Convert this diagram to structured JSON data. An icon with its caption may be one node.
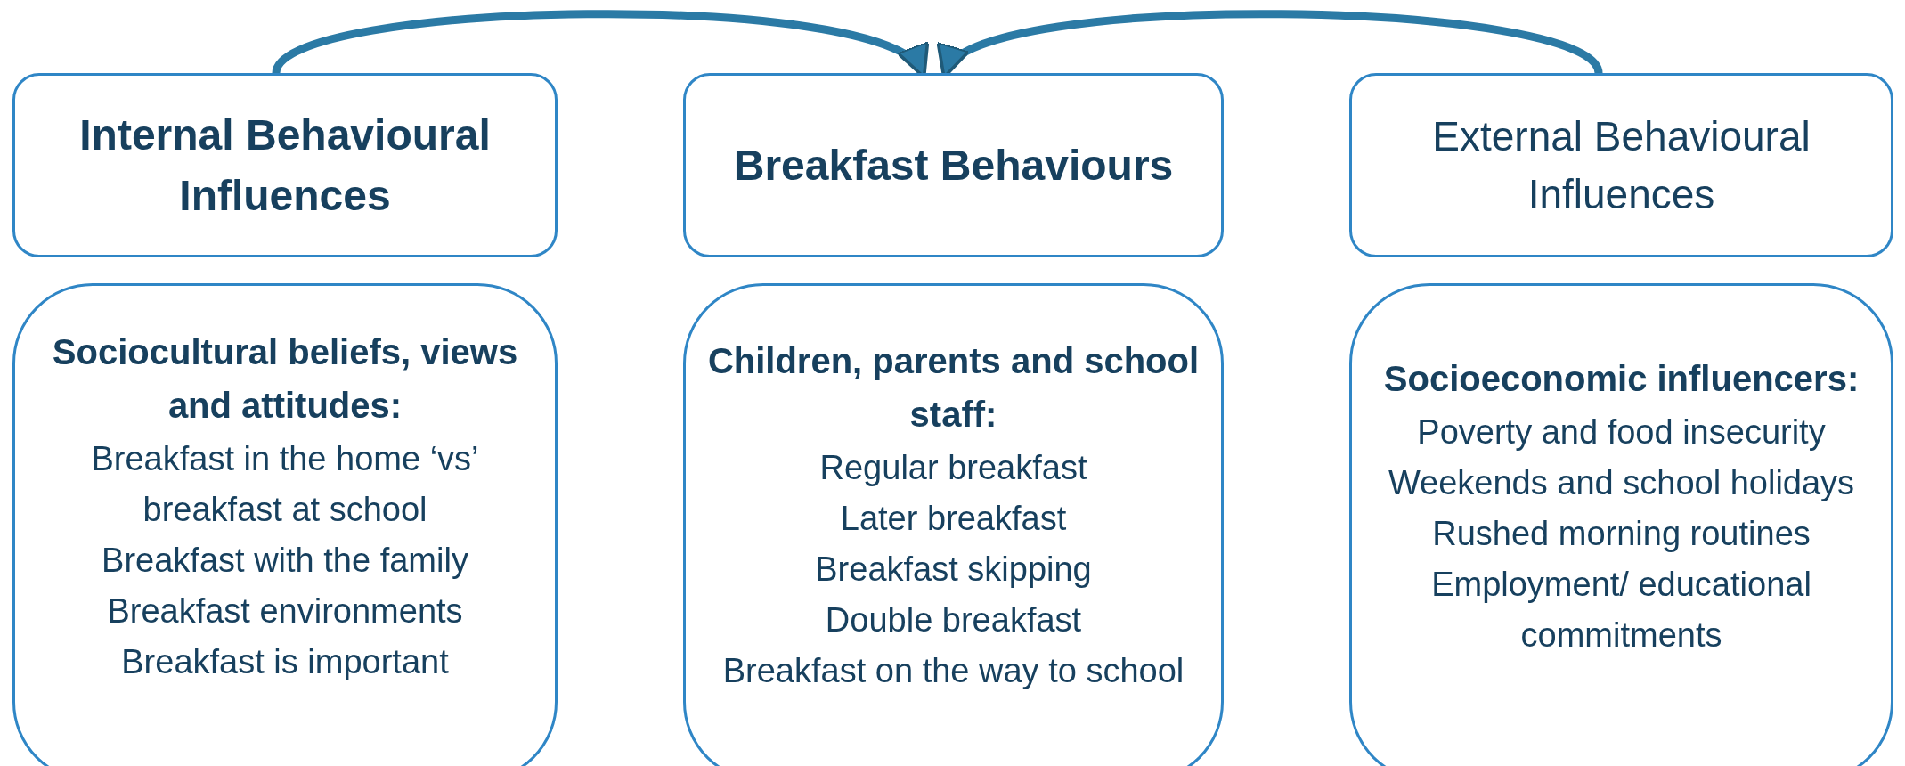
{
  "diagram": {
    "nodes": [
      {
        "text": [
          "Internal Behavioural Influences"
        ]
      },
      {
        "text": [
          "Breakfast Behaviours"
        ]
      },
      {
        "text": [
          "External Behavioural Influences"
        ]
      },
      {
        "text": [
          "Sociocultural beliefs, views and attitudes:",
          "Breakfast in the home ‘vs’ breakfast at school",
          "Breakfast with the family",
          "Breakfast environments",
          "Breakfast is important"
        ]
      },
      {
        "text": [
          "Children, parents and school staff:",
          "Regular breakfast",
          "Later breakfast",
          "Breakfast skipping",
          "Double breakfast",
          "Breakfast on the way to school"
        ]
      },
      {
        "text": [
          "Socioeconomic influencers:",
          "Poverty and food insecurity",
          "Weekends and school holidays",
          "Rushed morning routines",
          "Employment/ educational commitments"
        ]
      }
    ],
    "edges": [
      {
        "from": 0,
        "to": 1,
        "arrow": "to"
      },
      {
        "from": 2,
        "to": 1,
        "arrow": "to"
      }
    ]
  }
}
